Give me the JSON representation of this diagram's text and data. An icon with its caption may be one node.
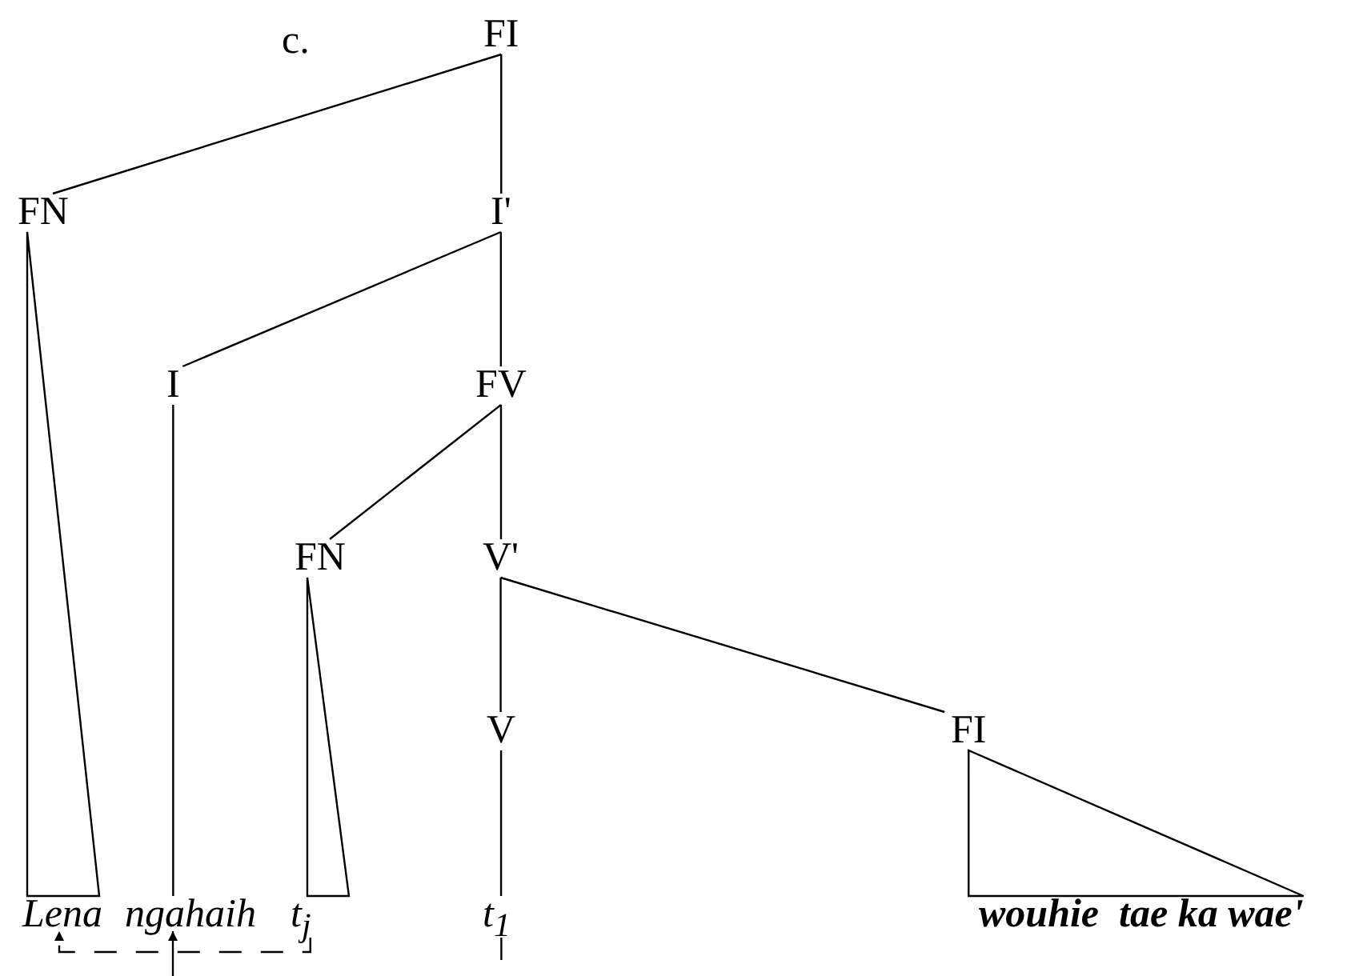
{
  "diagram": {
    "nodes": [
      {
        "text": [
          "FI"
        ]
      },
      {
        "text": [
          "FN"
        ]
      },
      {
        "text": [
          "I'"
        ]
      },
      {
        "text": [
          "I"
        ]
      },
      {
        "text": [
          "FV"
        ]
      },
      {
        "text": [
          "FN"
        ]
      },
      {
        "text": [
          "V'"
        ]
      },
      {
        "text": [
          "V"
        ]
      },
      {
        "text": [
          "FI"
        ]
      },
      {
        "text": [
          "Lena"
        ]
      },
      {
        "text": [
          "ngahaih"
        ]
      },
      {
        "text": [
          "t$_{j}$"
        ]
      },
      {
        "text": [
          "t$_{1}$"
        ]
      },
      {
        "text": [
          "wouhie  tae ka wae'"
        ]
      }
    ],
    "edges": [
      {
        "from": 0,
        "to": 1,
        "arrow": "none"
      },
      {
        "from": 0,
        "to": 2,
        "arrow": "none"
      },
      {
        "from": 1,
        "to": 9,
        "arrow": "none"
      },
      {
        "from": 2,
        "to": 3,
        "arrow": "none"
      },
      {
        "from": 2,
        "to": 4,
        "arrow": "none"
      },
      {
        "from": 3,
        "to": 10,
        "arrow": "none"
      },
      {
        "from": 4,
        "to": 5,
        "arrow": "none"
      },
      {
        "from": 4,
        "to": 6,
        "arrow": "none"
      },
      {
        "from": 5,
        "to": 11,
        "arrow": "none"
      },
      {
        "from": 6,
        "to": 7,
        "arrow": "none"
      },
      {
        "from": 6,
        "to": 8,
        "arrow": "none"
      },
      {
        "from": 7,
        "to": 12,
        "arrow": "none"
      },
      {
        "from": 8,
        "to": 13,
        "arrow": "none"
      },
      {
        "from": 11,
        "to": 9,
        "arrow": "to",
        "style": "dashed"
      },
      {
        "from": null,
        "to": 10,
        "arrow": "to"
      },
      {
        "from": 12,
        "to": null,
        "arrow": "none",
        "style": "dashed"
      }
    ],
    "labels": [
      "c."
    ]
  }
}
